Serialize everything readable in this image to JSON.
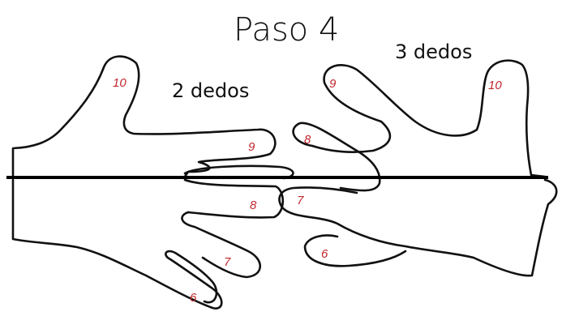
{
  "title": "Paso 4",
  "left_hand_caption": "2 dedos",
  "right_hand_caption": "3 dedos",
  "colors": {
    "outline": "#111111",
    "numbers": "#c1272d",
    "axis": "#000000"
  },
  "finger_numbers": {
    "left_top_thumb": "10",
    "left_top_index": "9",
    "left_bottom_index": "8",
    "left_bottom_middle": "7",
    "left_bottom_ring": "6",
    "right_top_index": "9",
    "right_top_middle": "8",
    "right_top_thumb": "10",
    "right_bottom_index": "7",
    "right_bottom_middle": "6"
  }
}
